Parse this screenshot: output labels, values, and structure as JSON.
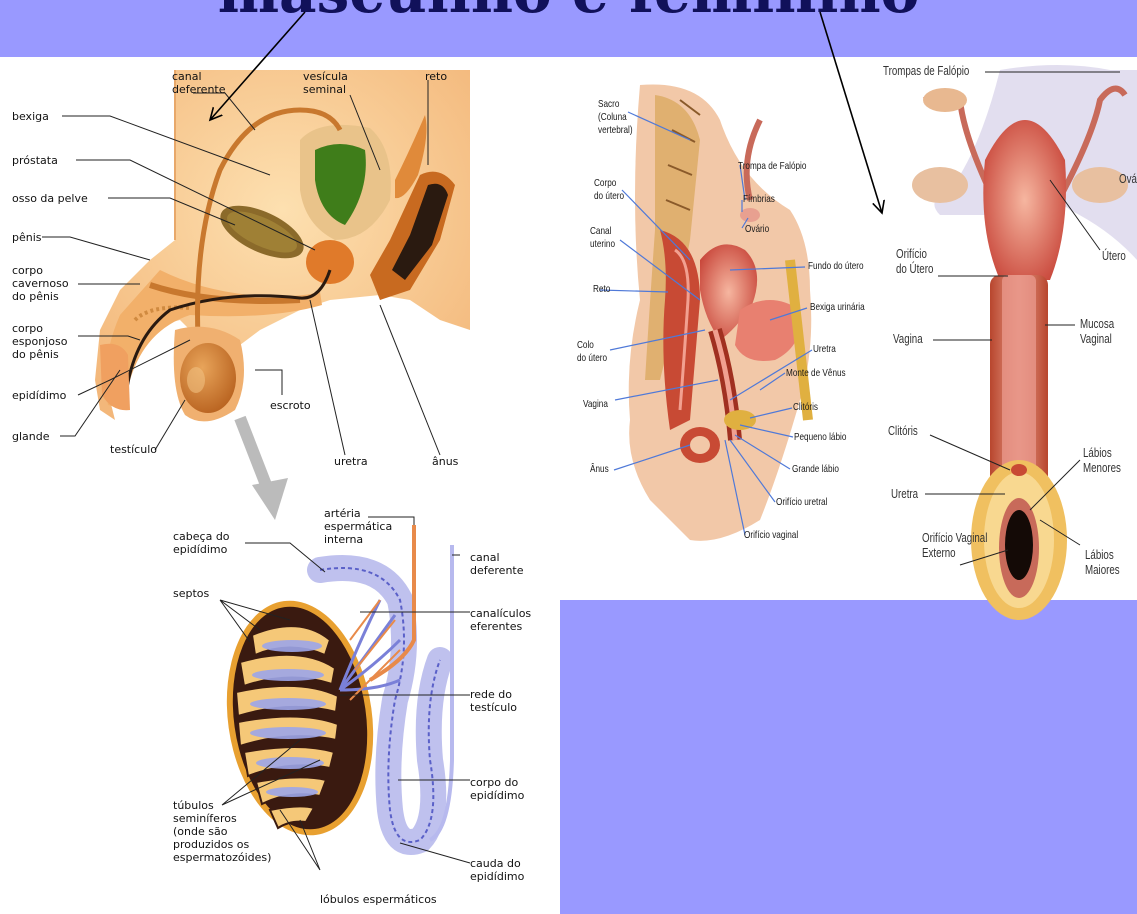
{
  "slide": {
    "title": "masculino e feminino",
    "colors": {
      "band": "#9999ff",
      "title": "#11115a"
    }
  },
  "male_diagram": {
    "labels": {
      "bexiga": "bexiga",
      "prostata": "próstata",
      "osso_pelve": "osso da pelve",
      "penis": "pênis",
      "corpo_cavernoso": "corpo\ncavernoso\ndo pênis",
      "corpo_esponjoso": "corpo\nesponjoso\ndo pênis",
      "epididimo": "epidídimo",
      "glande": "glande",
      "canal_deferente": "canal\ndeferente",
      "vesicula_seminal": "vesícula\nseminal",
      "reto": "reto",
      "escroto": "escroto",
      "testiculo": "testículo",
      "uretra": "uretra",
      "anus": "ânus"
    }
  },
  "testis_diagram": {
    "labels": {
      "cabeca_epididimo": "cabeça do\nepidídimo",
      "arteria": "artéria\nespermática\ninterna",
      "canal_deferente": "canal\ndeferente",
      "septos": "septos",
      "canaliculos": "canalículos\neferentes",
      "rede_testiculo": "rede do\ntestículo",
      "corpo_epididimo": "corpo do\nepidídimo",
      "tubulos": "túbulos\nseminíferos\n(onde são\nproduzidos os\nespermatozóides)",
      "cauda_epididimo": "cauda do\nepidídimo",
      "lobulos": "lóbulos espermáticos"
    }
  },
  "female_side_diagram": {
    "labels": {
      "sacro": "Sacro\n(Coluna\nvertebral)",
      "corpo_utero": "Corpo\ndo útero",
      "canal_uterino": "Canal\nuterino",
      "reto": "Reto",
      "colo_utero": "Colo\ndo útero",
      "vagina": "Vagina",
      "anus": "Ânus",
      "trompa": "Trompa de Falópio",
      "fimbrias": "Fímbrias",
      "ovario": "Ovário",
      "fundo_utero": "Fundo do útero",
      "bexiga_urinaria": "Bexiga urinária",
      "uretra": "Uretra",
      "monte_venus": "Monte de Vênus",
      "clitoris": "Clitóris",
      "pequeno_labio": "Pequeno lábio",
      "grande_labio": "Grande lábio",
      "orificio_uretral": "Orifício uretral",
      "orificio_vaginal": "Orifício vaginal"
    }
  },
  "female_front_diagram": {
    "labels": {
      "trompas": "Trompas de Falópio",
      "ovario": "Ová",
      "orificio_utero": "Orifício\ndo Útero",
      "utero": "Útero",
      "vagina": "Vagina",
      "mucosa": "Mucosa\nVaginal",
      "clitoris": "Clitóris",
      "uretra": "Uretra",
      "labios_menores": "Lábios\nMenores",
      "orificio_vaginal": "Orifício Vaginal\nExterno",
      "labios_maiores": "Lábios\nMaiores"
    }
  }
}
